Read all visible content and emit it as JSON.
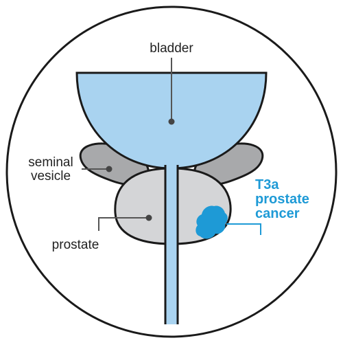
{
  "diagram": {
    "labels": {
      "bladder": "bladder",
      "seminal_vesicle_line1": "seminal",
      "seminal_vesicle_line2": "vesicle",
      "prostate": "prostate",
      "cancer_line1": "T3a",
      "cancer_line2": "prostate",
      "cancer_line3": "cancer"
    },
    "colors": {
      "outline": "#1a1a1a",
      "bladder_fill": "#a9d3f0",
      "prostate_fill": "#d4d5d7",
      "vesicle_fill": "#a8a9ab",
      "cancer": "#1e9ad6",
      "label_text": "#222222"
    }
  }
}
